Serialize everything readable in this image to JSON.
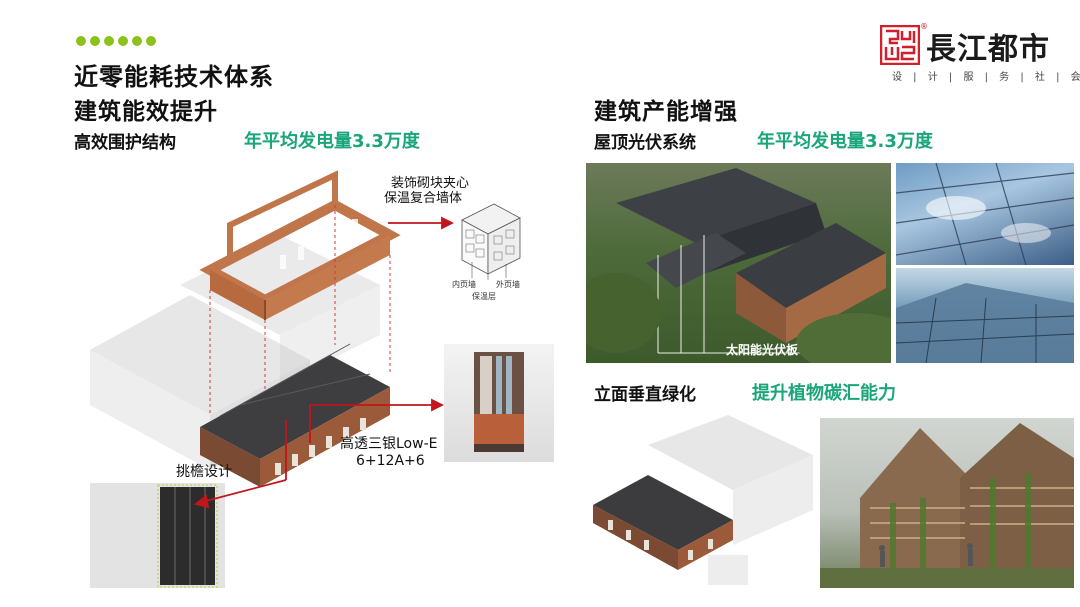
{
  "header": {
    "title": "近零能耗技术体系"
  },
  "logo": {
    "name": "長江都市",
    "tagline": "设 | 计 | 服 | 务 | 社 | 会",
    "registered": "®"
  },
  "left": {
    "heading": "建筑能效提升",
    "sub_heading": "高效围护结构",
    "highlight": "年平均发电量3.3万度",
    "wall_label_line1": "装饰砌块夹心",
    "wall_label_line2": "保温复合墙体",
    "inner_page_wall": "内页墙",
    "outer_page_wall": "外页墙",
    "insulation_layer": "保温层",
    "glass_line1": "高透三银Low-E",
    "glass_line2": "6+12A+6",
    "eaves_label": "挑檐设计"
  },
  "right": {
    "heading": "建筑产能增强",
    "sub_heading": "屋顶光伏系统",
    "highlight": "年平均发电量3.3万度",
    "pv_label": "太阳能光伏板",
    "green_heading": "立面垂直绿化",
    "green_highlight": "提升植物碳汇能力"
  },
  "colors": {
    "accent_green": "#8cc21a",
    "highlight_green": "#1aa57a",
    "brick": "#c0754a",
    "logo_red": "#d21f2b"
  }
}
